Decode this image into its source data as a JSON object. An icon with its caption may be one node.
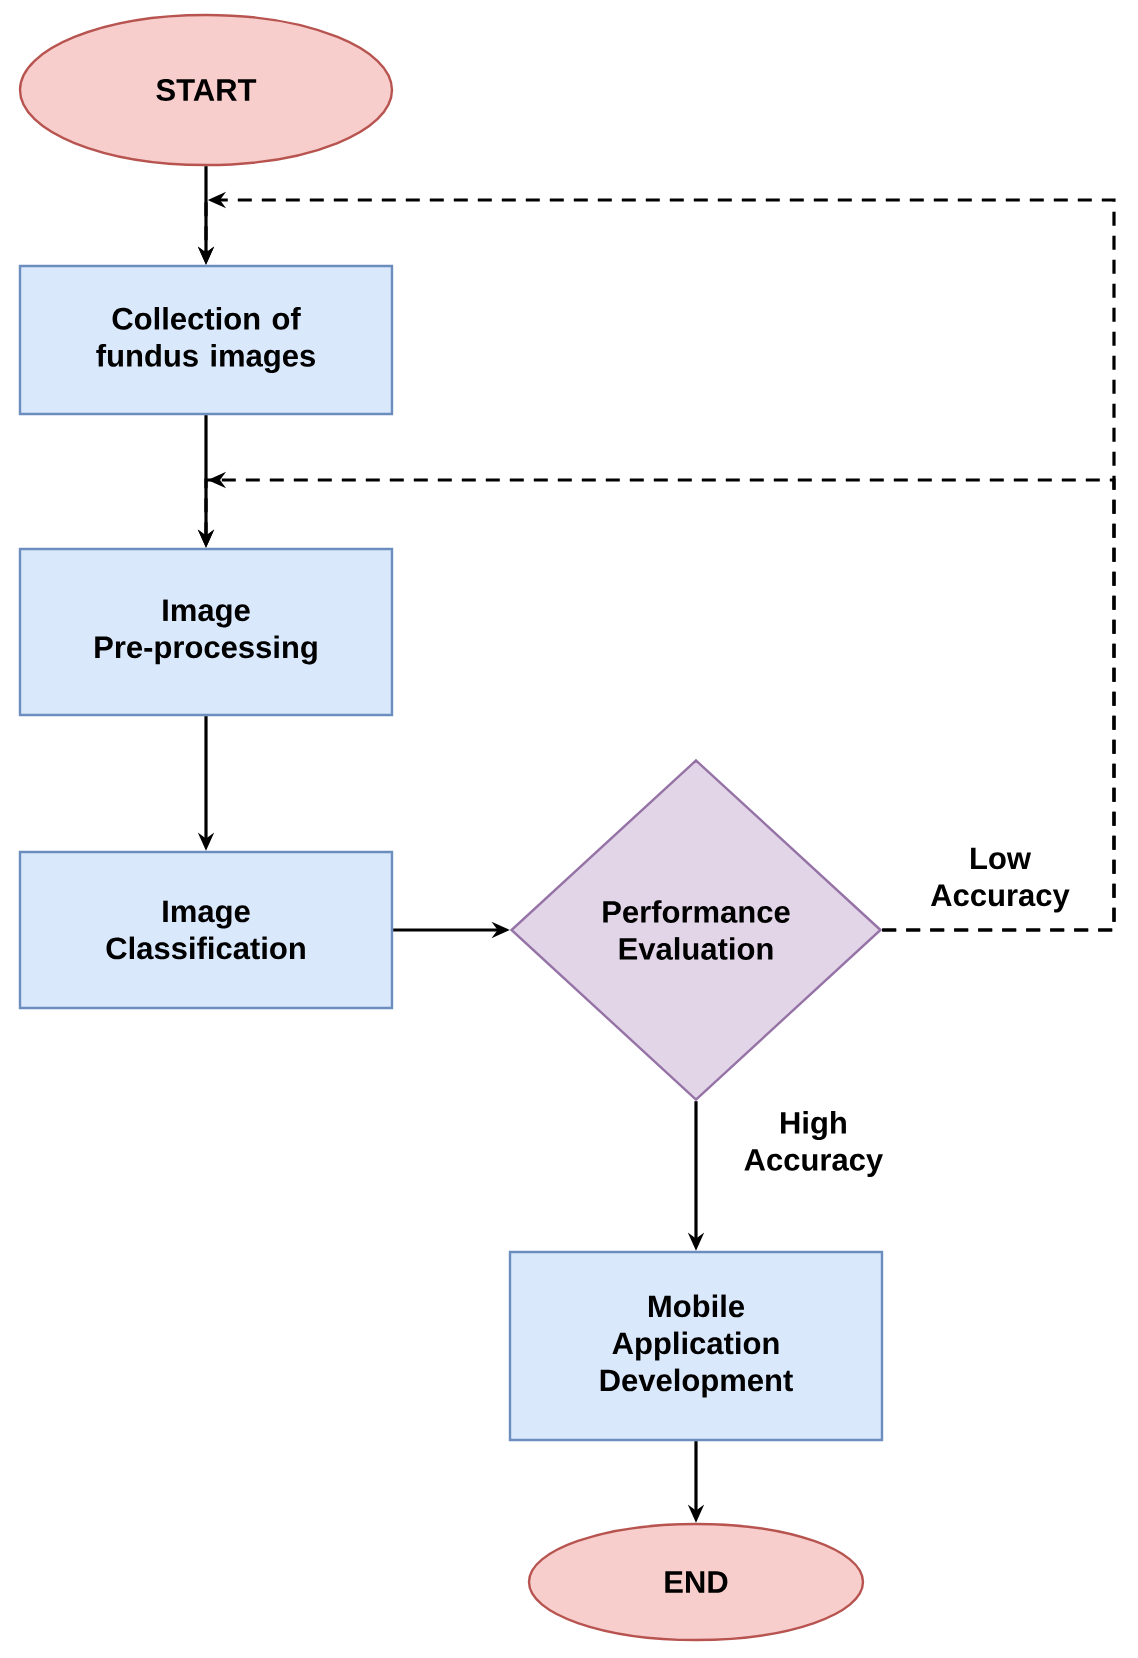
{
  "diagram": {
    "nodes": [
      {
        "text": [
          "START"
        ]
      },
      {
        "text": [
          "Collection of fundus images"
        ]
      },
      {
        "text": [
          "Image Pre-processing"
        ]
      },
      {
        "text": [
          "Image Classification"
        ]
      },
      {
        "text": [
          "Performance Evaluation"
        ]
      },
      {
        "text": [
          "Mobile Application Development"
        ]
      },
      {
        "text": [
          "END"
        ]
      }
    ],
    "edges": [
      {
        "from": 0,
        "to": 1,
        "arrow": "to"
      },
      {
        "from": 1,
        "to": 2,
        "arrow": "to"
      },
      {
        "from": 2,
        "to": 3,
        "arrow": "to"
      },
      {
        "from": 3,
        "to": 4,
        "arrow": "to"
      },
      {
        "from": 4,
        "to": 5,
        "arrow": "to",
        "label": "High Accuracy"
      },
      {
        "from": 5,
        "to": 6,
        "arrow": "to"
      },
      {
        "from": 4,
        "to": 1,
        "arrow": "to",
        "style": "dashed",
        "label": "Low Accuracy"
      },
      {
        "from": 4,
        "to": 2,
        "arrow": "to",
        "style": "dashed"
      }
    ]
  }
}
